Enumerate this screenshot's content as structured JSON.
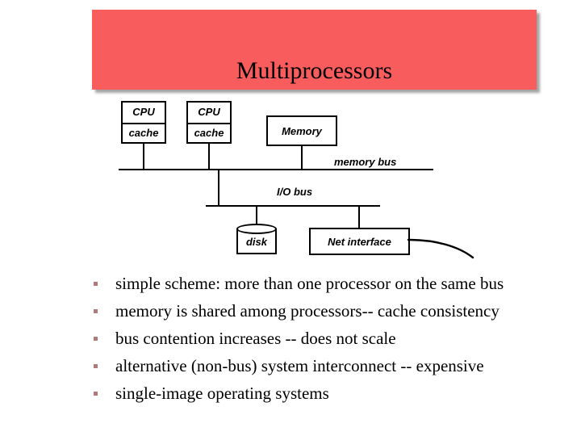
{
  "slide": {
    "title": "Multiprocessors",
    "title_banner_color": "#f95c5c",
    "background_color": "#ffffff",
    "text_color": "#000000",
    "bullet_marker_color": "#b07a7a"
  },
  "diagram": {
    "nodes": {
      "cpu1": {
        "top_label": "CPU",
        "bottom_label": "cache"
      },
      "cpu2": {
        "top_label": "CPU",
        "bottom_label": "cache"
      },
      "memory": {
        "label": "Memory"
      },
      "disk": {
        "label": "disk"
      },
      "net_interface": {
        "label": "Net interface"
      }
    },
    "buses": {
      "memory_bus": {
        "label": "memory bus"
      },
      "io_bus": {
        "label": "I/O bus"
      }
    }
  },
  "bullets": [
    {
      "text": "simple scheme: more than one processor  on the same bus"
    },
    {
      "text": "memory is shared among processors-- cache consistency"
    },
    {
      "text": "bus contention increases -- does not scale"
    },
    {
      "text": "alternative (non-bus)  system interconnect -- expensive"
    },
    {
      "text": "single-image operating systems"
    }
  ]
}
